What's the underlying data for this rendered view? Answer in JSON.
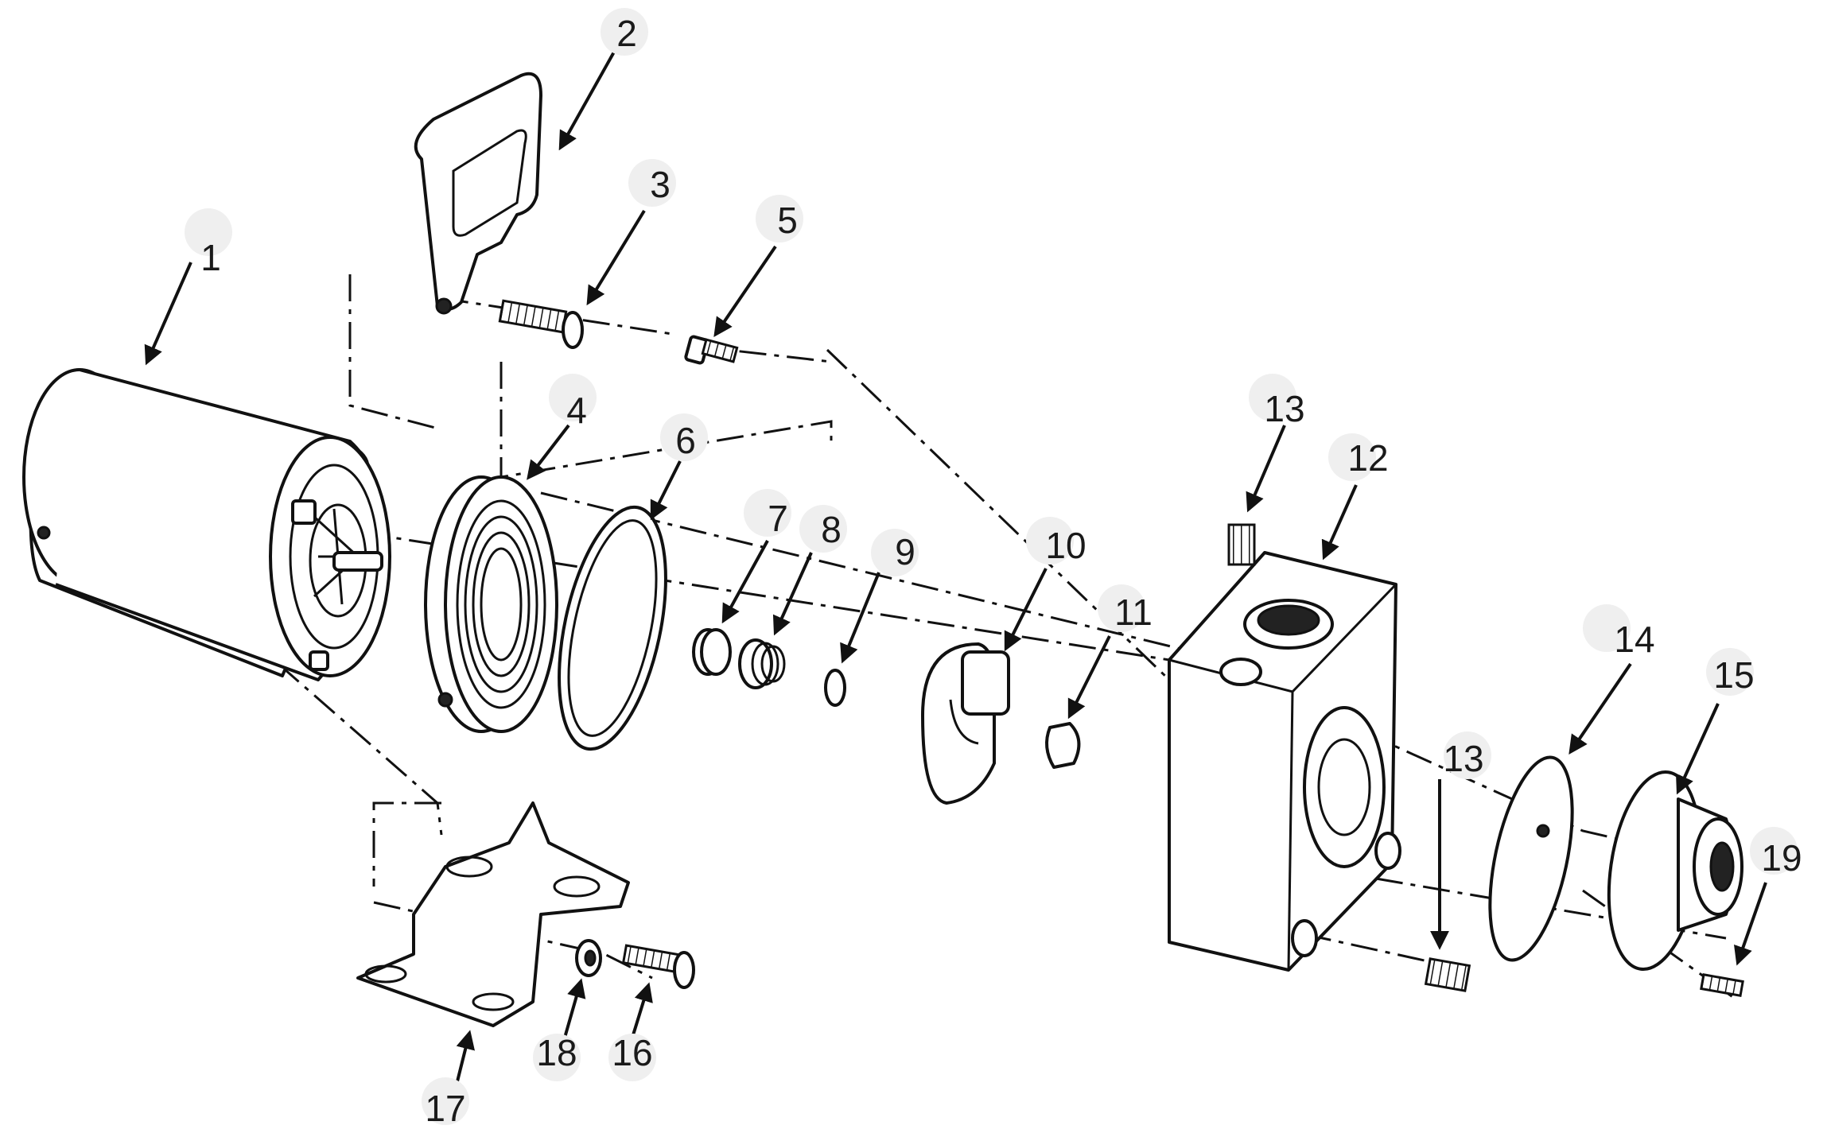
{
  "diagram": {
    "callouts": {
      "c1": "1",
      "c2": "2",
      "c3": "3",
      "c4": "4",
      "c5": "5",
      "c6": "6",
      "c7": "7",
      "c8": "8",
      "c9": "9",
      "c10": "10",
      "c11": "11",
      "c12": "12",
      "c13a": "13",
      "c13b": "13",
      "c14": "14",
      "c15": "15",
      "c16": "16",
      "c17": "17",
      "c18": "18",
      "c19": "19"
    }
  }
}
